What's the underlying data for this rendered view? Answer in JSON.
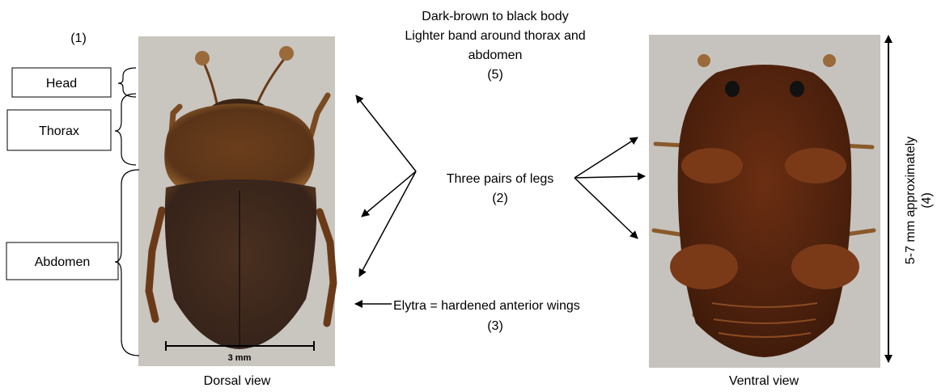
{
  "labels": {
    "panel_number": "(1)",
    "head": "Head",
    "thorax": "Thorax",
    "abdomen": "Abdomen",
    "body_color_line1": "Dark-brown to black body",
    "body_color_line2": "Lighter band around thorax and",
    "body_color_line3": "abdomen",
    "body_color_number": "(5)",
    "legs_line1": "Three pairs of legs",
    "legs_number": "(2)",
    "elytra_line1": "Elytra = hardened anterior wings",
    "elytra_number": "(3)",
    "size_line1": "5-7 mm approximately",
    "size_number": "(4)",
    "scale_bar": "3 mm",
    "dorsal_caption": "Dorsal view",
    "ventral_caption": "Ventral view"
  },
  "colors": {
    "photo_background": "#c9c5bf",
    "beetle_dark": "#3a2414",
    "beetle_mid": "#5a3418",
    "beetle_light": "#7a4a22",
    "ventral_body": "#5b2710"
  }
}
